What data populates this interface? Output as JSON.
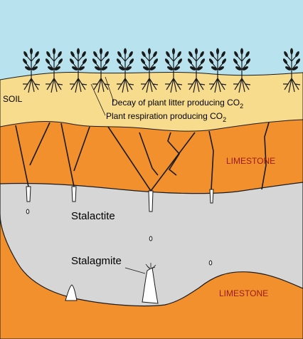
{
  "labels": {
    "soil": "SOIL",
    "decay_text": "Decay of plant litter producing CO",
    "decay_sub": "2",
    "respiration_text": "Plant respiration producing CO",
    "respiration_sub": "2",
    "limestone_upper": "LIMESTONE",
    "limestone_lower": "LIMESTONE",
    "stalactite": "Stalactite",
    "stalagmite": "Stalagmite"
  },
  "colors": {
    "sky": "#b8e2ee",
    "soil": "#f7dc8e",
    "limestone": "#f2902e",
    "cave": "#d6d6d6",
    "formation": "#ffffff",
    "plant": "#1a1a1a",
    "limestone_label": "#9b1a10"
  }
}
